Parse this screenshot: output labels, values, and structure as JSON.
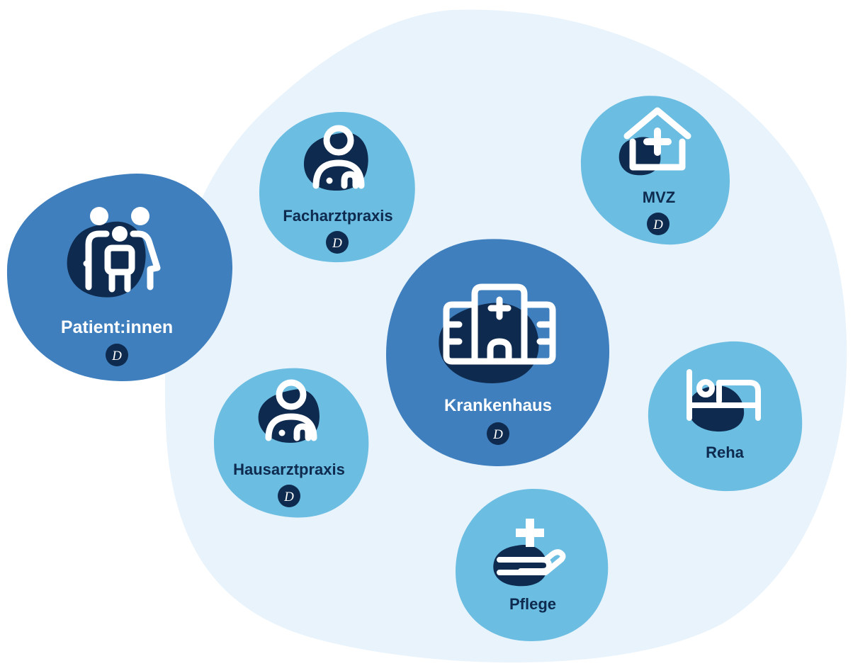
{
  "colors": {
    "background_blob": "#e8f3fc",
    "node_dark": "#3f7fbd",
    "node_light": "#6bbde2",
    "icon_shadow": "#0e2a4e",
    "text_dark": "#0e2a4e",
    "text_light": "#ffffff",
    "badge": "#0e2a4e"
  },
  "badge_glyph": "D",
  "nodes": {
    "patient": {
      "label": "Patient:innen",
      "icon": "family-icon",
      "has_badge": true
    },
    "facharzt": {
      "label": "Facharztpraxis",
      "icon": "doctor-icon",
      "has_badge": true
    },
    "mvz": {
      "label": "MVZ",
      "icon": "house-plus-icon",
      "has_badge": true
    },
    "krankenhaus": {
      "label": "Krankenhaus",
      "icon": "hospital-icon",
      "has_badge": true
    },
    "hausarzt": {
      "label": "Hausarztpraxis",
      "icon": "doctor-icon",
      "has_badge": true
    },
    "reha": {
      "label": "Reha",
      "icon": "bed-icon",
      "has_badge": false
    },
    "pflege": {
      "label": "Pflege",
      "icon": "care-hand-icon",
      "has_badge": false
    }
  }
}
